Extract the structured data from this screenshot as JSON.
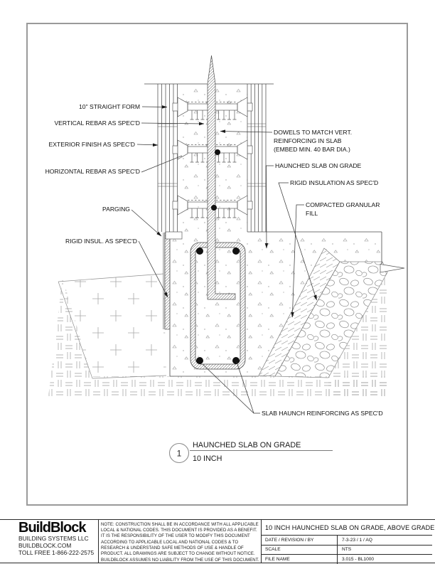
{
  "drawing": {
    "labels": {
      "straight_form": "10\" STRAIGHT FORM",
      "vertical_rebar": "VERTICAL REBAR AS SPEC'D",
      "exterior_finish": "EXTERIOR FINISH AS SPEC'D",
      "horizontal_rebar": "HORIZONTAL REBAR AS SPEC'D",
      "parging": "PARGING",
      "rigid_insul": "RIGID INSUL. AS SPEC'D",
      "dowels_line1": "DOWELS TO MATCH VERT.",
      "dowels_line2": "REINFORCING IN SLAB",
      "dowels_line3": "(EMBED MIN. 40 BAR DIA.)",
      "haunched_slab": "HAUNCHED SLAB ON GRADE",
      "rigid_insulation": "RIGID INSULATION AS SPEC'D",
      "granular_line1": "COMPACTED GRANULAR",
      "granular_line2": "FILL",
      "slab_haunch": "SLAB HAUNCH REINFORCING AS SPEC'D"
    },
    "callout": {
      "number": "1",
      "title": "HAUNCHED SLAB ON GRADE",
      "scale_text": "10 INCH"
    }
  },
  "title_block": {
    "company": {
      "logo": "BuildBlock",
      "name": "BUILDING SYSTEMS LLC",
      "website": "BUILDBLOCK.COM",
      "phone": "TOLL FREE 1-866-222-2575"
    },
    "note_lines": [
      "NOTE: CONSTRUCTION SHALL BE IN ACCORDANCE WITH ALL APPLICABLE",
      "LOCAL & NATIONAL CODES. THIS DOCUMENT IS PROVIDED AS A BENEFIT.",
      "IT IS THE RESPONSIBILITY OF THE USER TO MODIFY THIS DOCUMENT",
      "ACCORDING TO APPLICABLE LOCAL AND NATIONAL CODES & TO",
      "RESEARCH & UNDERSTAND SAFE METHODS OF USE & HANDLE OF",
      "PRODUCT. ALL DRAWINGS ARE SUBJECT TO CHANGE WITHOUT NOTICE.",
      "BUILDBLOCK ASSUMES NO LIABILITY FROM THE USE OF THIS DOCUMENT."
    ],
    "sheet": {
      "title": "10 INCH HAUNCHED SLAB ON GRADE, ABOVE GRADE",
      "rows": [
        {
          "label": "DATE / REVISION / BY",
          "value": "7-3-23 / 1 / AQ"
        },
        {
          "label": "SCALE",
          "value": "NTS"
        },
        {
          "label": "FILE NAME",
          "value": "3.015 - BL1000"
        }
      ]
    }
  },
  "colors": {
    "line": "#333333",
    "border": "#9a9a9a",
    "hatch": "#8a8a8a",
    "text": "#111111"
  }
}
